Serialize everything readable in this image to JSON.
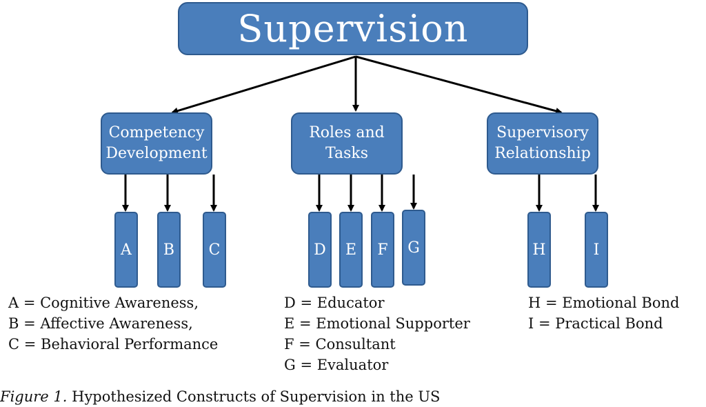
{
  "title": "Supervision",
  "categories": [
    {
      "label": "Competency Development",
      "leaves": [
        "A",
        "B",
        "C"
      ]
    },
    {
      "label": "Roles and Tasks",
      "leaves": [
        "D",
        "E",
        "F",
        "G"
      ]
    },
    {
      "label": "Supervisory Relationship",
      "leaves": [
        "H",
        "I"
      ]
    }
  ],
  "legend": [
    [
      "A = Cognitive Awareness,",
      "B = Affective Awareness,",
      "C = Behavioral Performance"
    ],
    [
      "D = Educator",
      "E = Emotional Supporter",
      "F = Consultant",
      "G = Evaluator"
    ],
    [
      "H = Emotional Bond",
      "I  = Practical Bond"
    ]
  ],
  "caption": {
    "figure_label": "Figure 1.",
    "text": "Hypothesized Constructs of Supervision in the US"
  },
  "colors": {
    "box_fill": "#4a7ebb",
    "box_border": "#2e5a8e",
    "arrow": "#000000"
  }
}
